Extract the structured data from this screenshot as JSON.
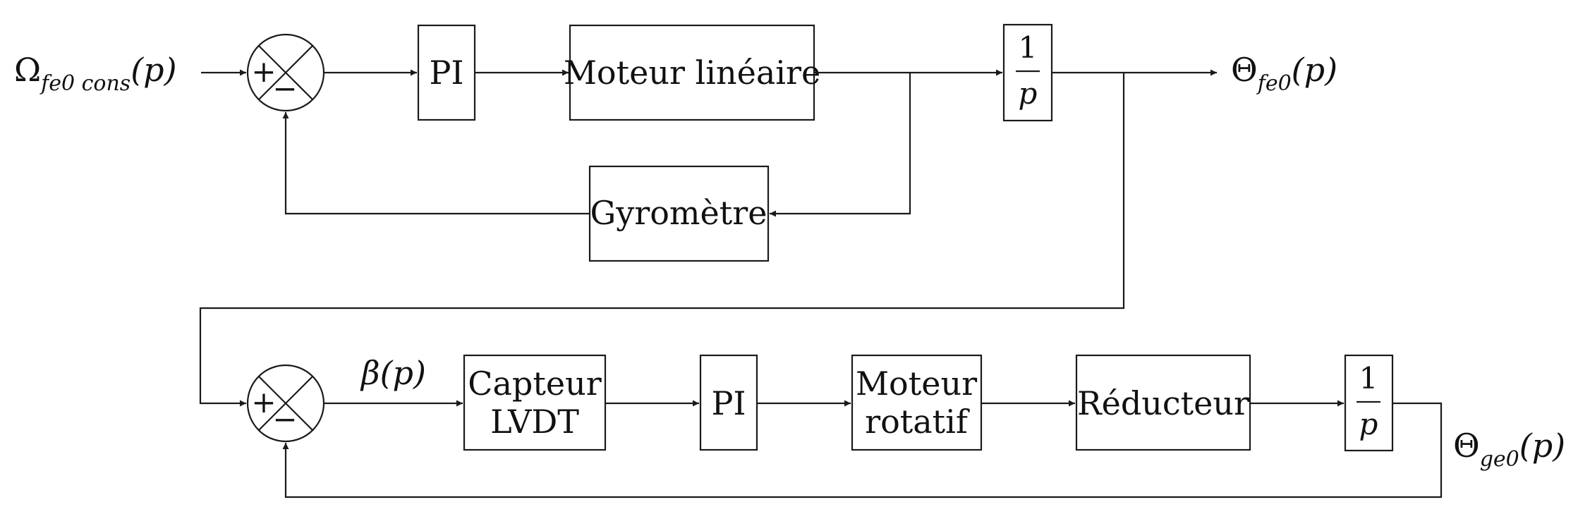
{
  "blocks": {
    "pi_1": "PI",
    "moteur_lineaire": "Moteur linéaire",
    "integrator_1": {
      "num": "1",
      "den": "p"
    },
    "gyrometre": "Gyromètre",
    "capteur_lvdt": {
      "line1": "Capteur",
      "line2": "LVDT"
    },
    "pi_2": "PI",
    "moteur_rotatif": {
      "line1": "Moteur",
      "line2": "rotatif"
    },
    "reducteur": "Réducteur",
    "integrator_2": {
      "num": "1",
      "den": "p"
    }
  },
  "summing_junctions": {
    "sum_1": {
      "plus": "+",
      "minus": "−"
    },
    "sum_2": {
      "plus": "+",
      "minus": "−"
    }
  },
  "signals": {
    "input": {
      "symbol": "Ω",
      "subscript": "fe0 cons",
      "arg": "(p)"
    },
    "output_1": {
      "symbol": "Θ",
      "subscript": "fe0",
      "arg": "(p)"
    },
    "beta": {
      "symbol": "β",
      "arg": "(p)"
    },
    "output_2": {
      "symbol": "Θ",
      "subscript": "ge0",
      "arg": "(p)"
    }
  }
}
